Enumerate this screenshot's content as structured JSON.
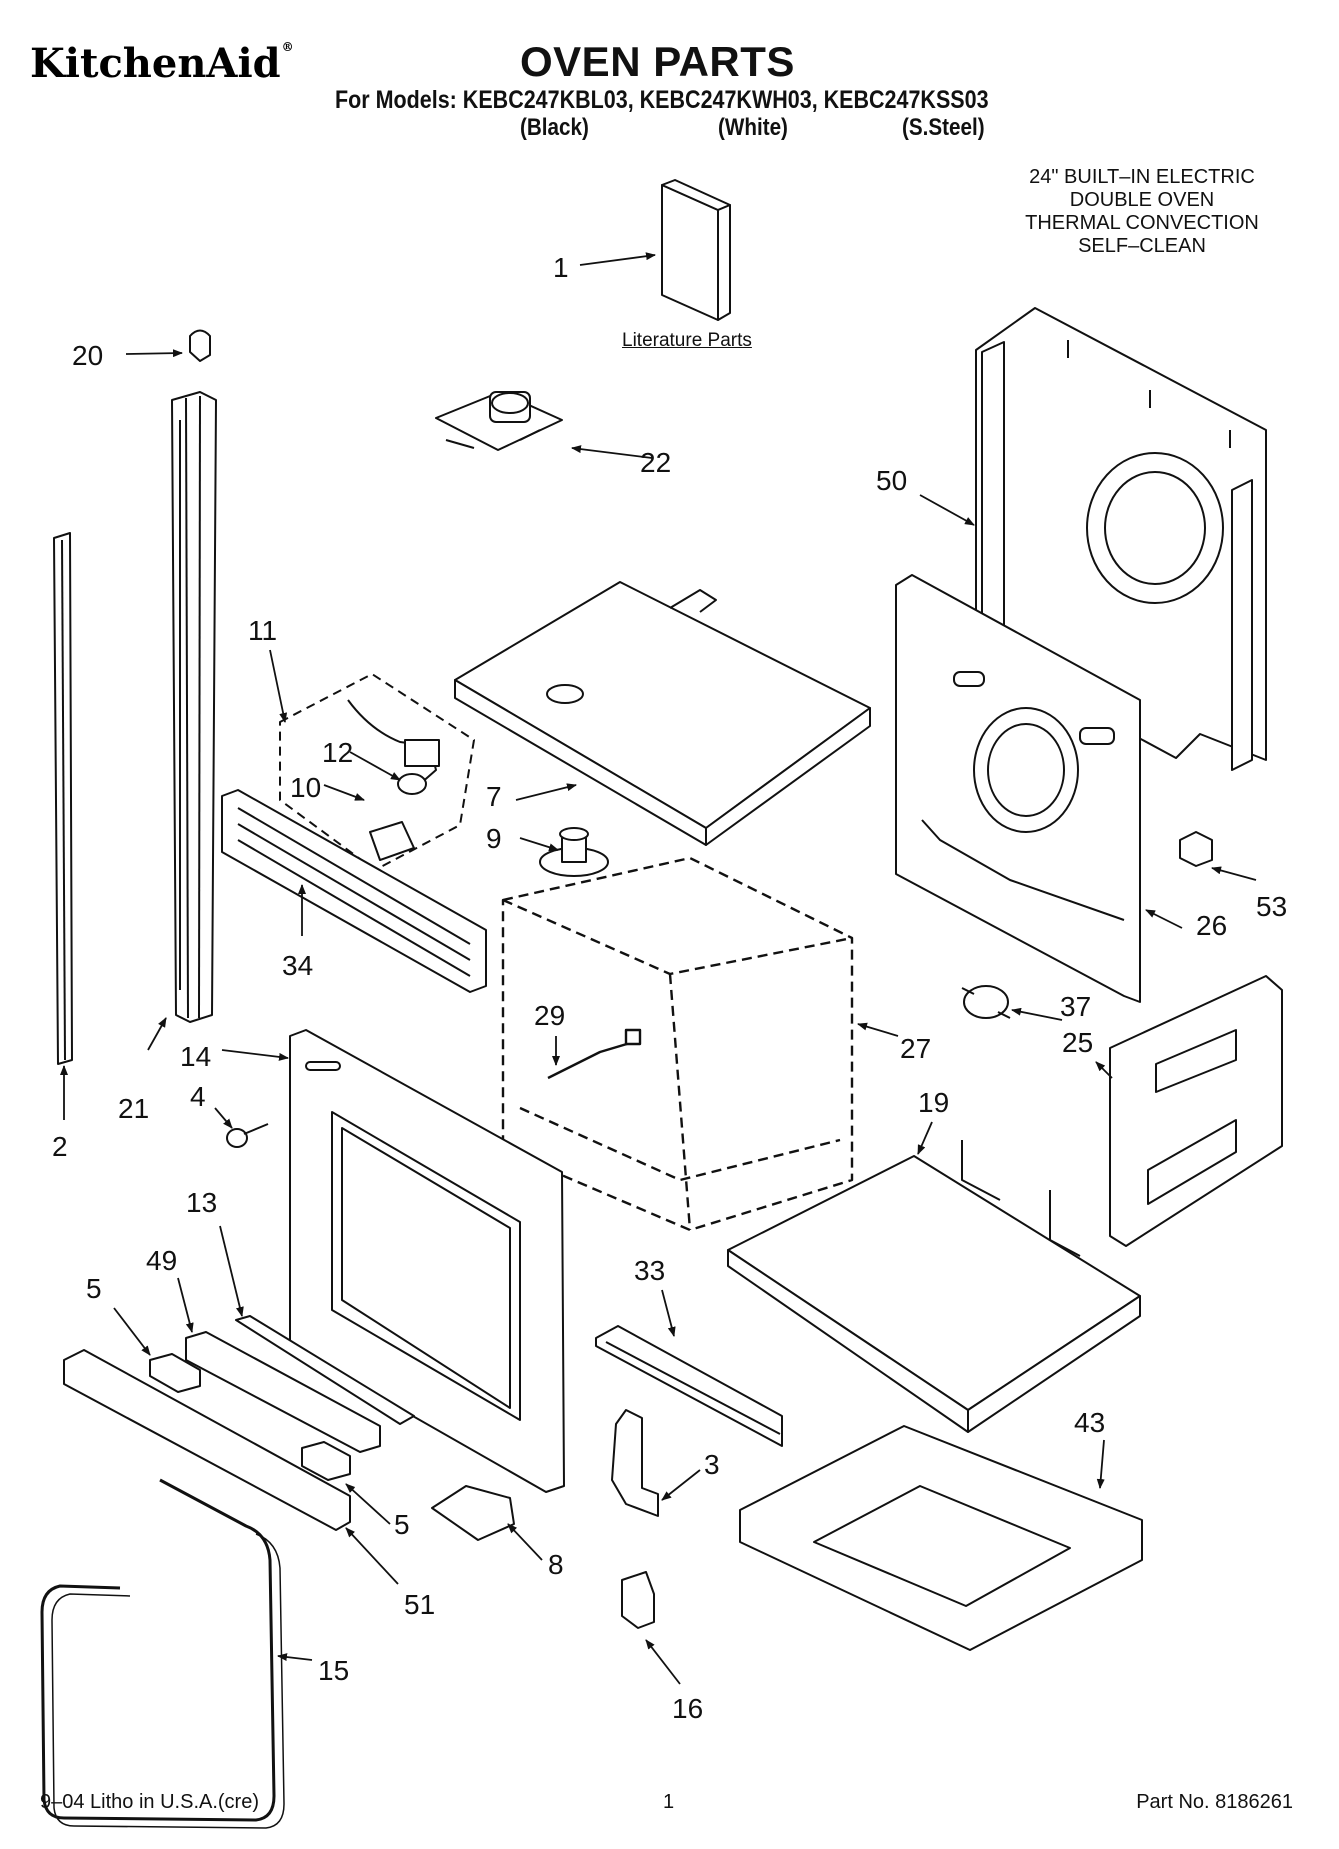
{
  "header": {
    "brand": "KitchenAid",
    "brand_mark": "®",
    "title": "OVEN PARTS",
    "models_line": "For Models: KEBC247KBL03, KEBC247KWH03, KEBC247KSS03",
    "variants": [
      "(Black)",
      "(White)",
      "(S.Steel)"
    ]
  },
  "description": [
    "24\" BUILT–IN ELECTRIC",
    "DOUBLE OVEN",
    "THERMAL CONVECTION",
    "SELF–CLEAN"
  ],
  "literature_label": "Literature Parts",
  "callouts": [
    {
      "id": "c1",
      "label": "1"
    },
    {
      "id": "c20",
      "label": "20"
    },
    {
      "id": "c22",
      "label": "22"
    },
    {
      "id": "c50",
      "label": "50"
    },
    {
      "id": "c11",
      "label": "11"
    },
    {
      "id": "c12",
      "label": "12"
    },
    {
      "id": "c10",
      "label": "10"
    },
    {
      "id": "c7",
      "label": "7"
    },
    {
      "id": "c9",
      "label": "9"
    },
    {
      "id": "c34",
      "label": "34"
    },
    {
      "id": "c26",
      "label": "26"
    },
    {
      "id": "c53",
      "label": "53"
    },
    {
      "id": "c37",
      "label": "37"
    },
    {
      "id": "c25",
      "label": "25"
    },
    {
      "id": "c29",
      "label": "29"
    },
    {
      "id": "c27",
      "label": "27"
    },
    {
      "id": "c14",
      "label": "14"
    },
    {
      "id": "c4",
      "label": "4"
    },
    {
      "id": "c21",
      "label": "21"
    },
    {
      "id": "c2",
      "label": "2"
    },
    {
      "id": "c19",
      "label": "19"
    },
    {
      "id": "c13",
      "label": "13"
    },
    {
      "id": "c49",
      "label": "49"
    },
    {
      "id": "c5a",
      "label": "5"
    },
    {
      "id": "c33",
      "label": "33"
    },
    {
      "id": "c43",
      "label": "43"
    },
    {
      "id": "c3",
      "label": "3"
    },
    {
      "id": "c5b",
      "label": "5"
    },
    {
      "id": "c8",
      "label": "8"
    },
    {
      "id": "c51",
      "label": "51"
    },
    {
      "id": "c15",
      "label": "15"
    },
    {
      "id": "c16",
      "label": "16"
    }
  ],
  "footer": {
    "litho": "9–04 Litho in U.S.A.(cre)",
    "page": "1",
    "part_no": "Part No. 8186261"
  }
}
